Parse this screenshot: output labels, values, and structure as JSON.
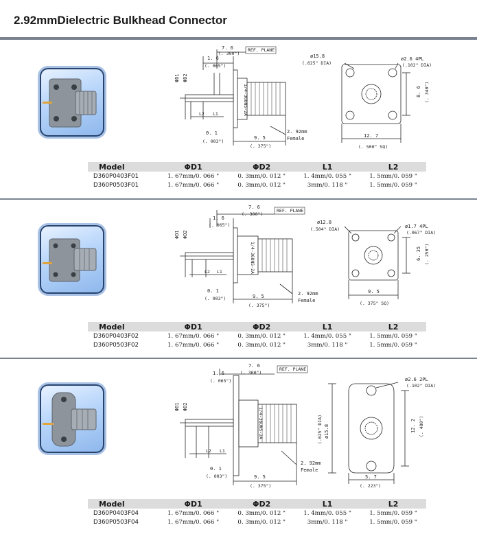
{
  "header": {
    "title": "2.92mmDielectric Bulkhead Connector"
  },
  "table_headers": [
    "Model",
    "ΦD1",
    "ΦD2",
    "L1",
    "L2"
  ],
  "sections": [
    {
      "rows": [
        [
          "D360P0403F01",
          "1. 67mm/0. 066 \"",
          "0. 3mm/0. 012 \"",
          "1. 4mm/0. 055 \"",
          "1. 5mm/0. 059 \""
        ],
        [
          "D360P0503F01",
          "1. 67mm/0. 066 \"",
          "0. 3mm/0. 012 \"",
          "3mm/0. 118 \"",
          "1. 5mm/0. 059 \""
        ]
      ],
      "side": {
        "dim_7_6": "7. 6",
        "dim_7_6_in": "(. 300\")",
        "ref_plane": "REF. PLANE",
        "dim_1_6": "1. 6",
        "dim_1_6_in": "(. 065\")",
        "d1": "ΦD1",
        "d2": "ΦD2",
        "l1": "L1",
        "l2": "L2",
        "thread": "1/4-36UNS-2A",
        "dim_0_1": "0. 1",
        "dim_0_1_in": "(. 003\")",
        "dim_9_5": "9. 5",
        "dim_9_5_in": "(. 375\")",
        "note1": "2. 92mm",
        "note2": "Female"
      },
      "front": {
        "dia": "ø15.8",
        "dia_in": "(.625\" DIA)",
        "holes": "ø2.6  4PL",
        "holes_in": "(.102\" DIA)",
        "h": "8. 6",
        "h_in": "(. 340\")",
        "w": "12. 7",
        "w_in": "(. 500\" SQ)"
      }
    },
    {
      "rows": [
        [
          "D360P0403F02",
          "1. 67mm/0. 066 \"",
          "0. 3mm/0. 012 \"",
          "1. 4mm/0. 055 \"",
          "1. 5mm/0. 059 \""
        ],
        [
          "D360P0503F02",
          "1. 67mm/0. 066 \"",
          "0. 3mm/0. 012 \"",
          "3mm/0. 118 \"",
          "1. 5mm/0. 059 \""
        ]
      ],
      "side": {
        "dim_7_6": "7. 6",
        "dim_7_6_in": "(. 300\")",
        "ref_plane": "REF. PLANE",
        "dim_1_6": "1. 6",
        "dim_1_6_in": "(. 065\")",
        "d1": "ΦD1",
        "d2": "ΦD2",
        "l1": "L1",
        "l2": "L2",
        "thread": "1/4-36UNS-2A",
        "dim_0_1": "0. 1",
        "dim_0_1_in": "(. 003\")",
        "dim_9_5": "9. 5",
        "dim_9_5_in": "(. 375\")",
        "note1": "2. 92mm",
        "note2": "Female"
      },
      "front": {
        "dia": "ø12.8",
        "dia_in": "(.504\" DIA)",
        "holes": "ø1.7  4PL",
        "holes_in": "(.067\" DIA)",
        "h": "6. 35",
        "h_in": "(. 250\")",
        "w": "9. 5",
        "w_in": "(. 375\" SQ)"
      }
    },
    {
      "rows": [
        [
          "D360P0403F04",
          "1. 67mm/0. 066 \"",
          "0. 3mm/0. 012 \"",
          "1. 4mm/0. 055 \"",
          "1. 5mm/0. 059 \""
        ],
        [
          "D360P0503F04",
          "1. 67mm/0. 066 \"",
          "0. 3mm/0. 012 \"",
          "3mm/0. 118 \"",
          "1. 5mm/0. 059 \""
        ]
      ],
      "side": {
        "dim_7_6": "7. 6",
        "dim_7_6_in": "(. 300\")",
        "ref_plane": "REF. PLANE",
        "dim_1_6": "1. 6",
        "dim_1_6_in": "(. 065\")",
        "d1": "ΦD1",
        "d2": "ΦD2",
        "l1": "L1",
        "l2": "L2",
        "thread": "1/4-36UNS-2A",
        "dim_0_1": "0. 1",
        "dim_0_1_in": "(. 003\")",
        "dim_9_5": "9. 5",
        "dim_9_5_in": "(. 375\")",
        "note1": "2. 92mm",
        "note2": "Female"
      },
      "front": {
        "holes": "ø2.6  2PL",
        "holes_in": "(.102\" DIA)",
        "dia": "ø15.8",
        "dia_in": "(.625\" DIA)",
        "h": "12. 2",
        "h_in": "(. 480\")",
        "w": "5. 7",
        "w_in": "(. 223\")"
      }
    }
  ]
}
